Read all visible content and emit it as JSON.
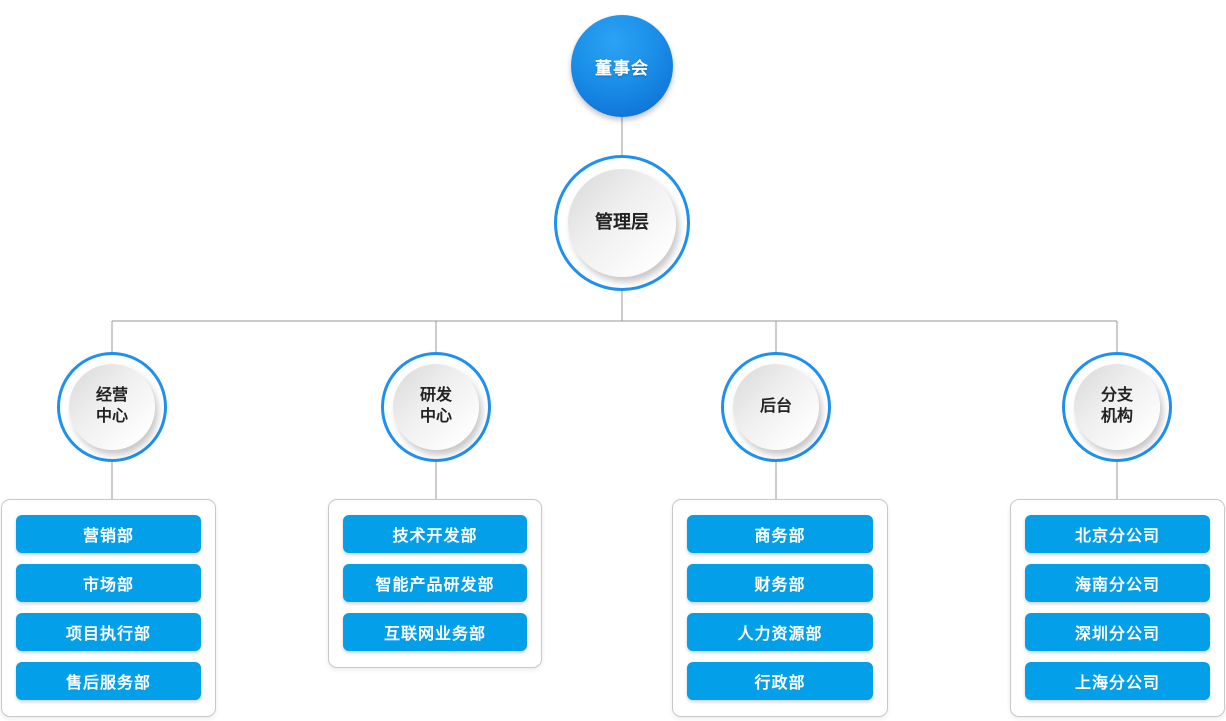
{
  "org_chart": {
    "root": {
      "label": "董事会"
    },
    "management": {
      "label": "管理层"
    },
    "branches": [
      {
        "label": "经营\n中心",
        "departments": [
          "营销部",
          "市场部",
          "项目执行部",
          "售后服务部"
        ]
      },
      {
        "label": "研发\n中心",
        "departments": [
          "技术开发部",
          "智能产品研发部",
          "互联网业务部"
        ]
      },
      {
        "label": "后台",
        "departments": [
          "商务部",
          "财务部",
          "人力资源部",
          "行政部"
        ]
      },
      {
        "label": "分支\n机构",
        "departments": [
          "北京分公司",
          "海南分公司",
          "深圳分公司",
          "上海分公司"
        ]
      }
    ],
    "colors": {
      "root_gradient_top": "#2ba3f3",
      "root_gradient_bottom": "#0a68ce",
      "ring_blue": "#1e90ef",
      "department_blue": "#039fe8",
      "connector_gray": "#999999",
      "node_text_dark": "#222222",
      "node_text_light": "#ffffff"
    }
  }
}
